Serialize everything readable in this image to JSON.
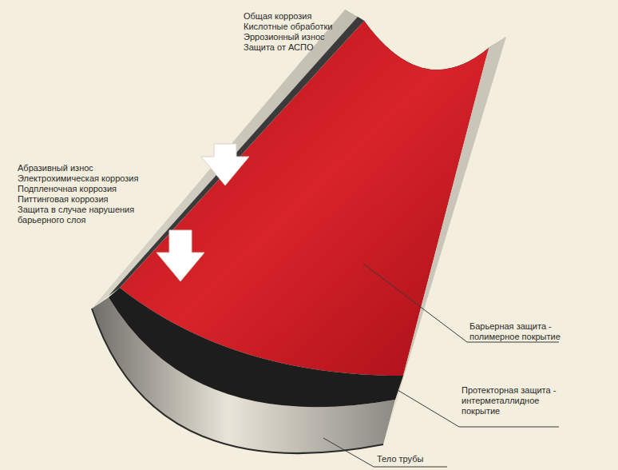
{
  "diagram": {
    "labels": [
      "Общая коррозия",
      "Кислотные обработки",
      "Эррозионный износ",
      "Защита от АСПО",
      "Абразивный износ",
      "Электрохимическая коррозия",
      "Подпленочная коррозия",
      "Питтинговая коррозия",
      "Защита в случае нарушения барьерного слоя",
      "Барьерная защита - полимерное покрытие",
      "Протекторная защита - интерметаллидное покрытие",
      "Тело трубы"
    ]
  }
}
